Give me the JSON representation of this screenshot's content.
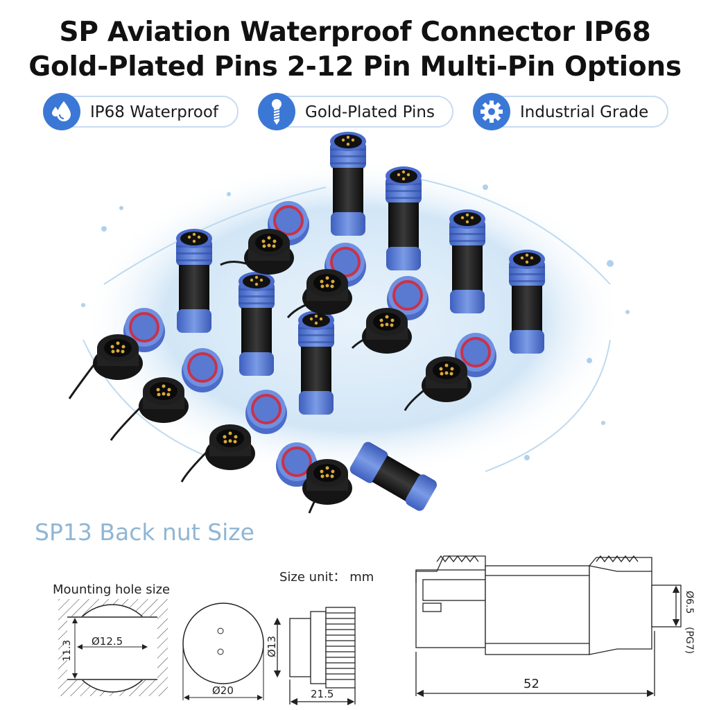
{
  "title": {
    "line1": "SP Aviation Waterproof Connector IP68",
    "line2": "Gold-Plated Pins 2-12 Pin Multi-Pin Options"
  },
  "badges": [
    {
      "label": "IP68 Waterproof",
      "icon": "water-drops-icon"
    },
    {
      "label": "Gold-Plated Pins",
      "icon": "screw-pin-icon"
    },
    {
      "label": "Industrial Grade",
      "icon": "gear-icon"
    }
  ],
  "colors": {
    "accent_blue": "#3b78d6",
    "connector_blue": "#5b7fd6",
    "seal_red": "#c8324a",
    "section_title": "#8fb6d4"
  },
  "section_title": "SP13 Back nut Size",
  "labels": {
    "mounting_hole": "Mounting hole size",
    "size_unit": "Size unit： mm"
  },
  "dimensions": {
    "hole_diameter": "Ø12.5",
    "hole_flat": "11.3",
    "face_diameter": "Ø20",
    "side_diameter": "Ø13",
    "side_length": "21.5",
    "total_length": "52",
    "cable_diameter": "Ø6.5",
    "cable_gland": "(PG7)"
  }
}
